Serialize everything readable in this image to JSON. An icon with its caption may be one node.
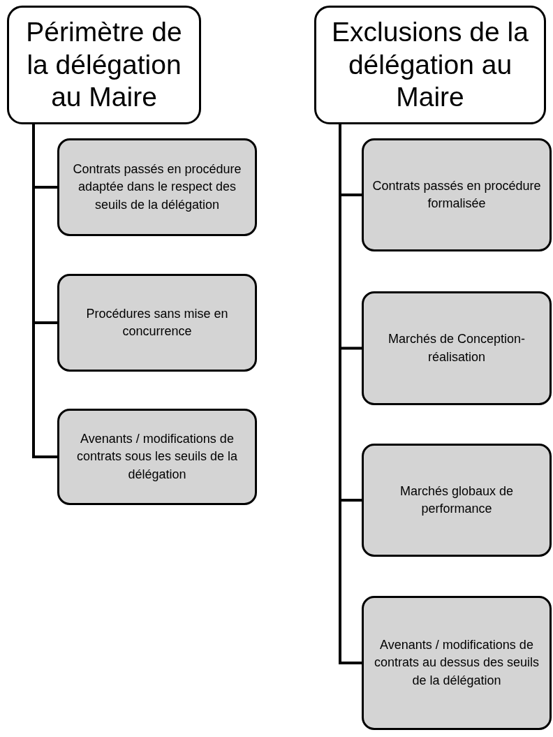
{
  "diagram": {
    "nodes": [
      {
        "text": [
          "Périmètre de la délégation au Maire"
        ]
      },
      {
        "text": [
          "Contrats passés en procédure adaptée dans le respect des seuils de la délégation"
        ]
      },
      {
        "text": [
          "Procédures sans mise en concurrence"
        ]
      },
      {
        "text": [
          "Avenants / modifications de contrats sous les seuils de la délégation"
        ]
      },
      {
        "text": [
          "Exclusions de la délégation au Maire"
        ]
      },
      {
        "text": [
          "Contrats passés en procédure formalisée"
        ]
      },
      {
        "text": [
          "Marchés de Conception-réalisation"
        ]
      },
      {
        "text": [
          "Marchés globaux de performance"
        ]
      },
      {
        "text": [
          "Avenants / modifications de contrats au dessus des seuils de la délégation"
        ]
      }
    ],
    "edges": [
      {
        "from": 0,
        "to": 1,
        "arrow": "none"
      },
      {
        "from": 0,
        "to": 2,
        "arrow": "none"
      },
      {
        "from": 0,
        "to": 3,
        "arrow": "none"
      },
      {
        "from": 4,
        "to": 5,
        "arrow": "none"
      },
      {
        "from": 4,
        "to": 6,
        "arrow": "none"
      },
      {
        "from": 4,
        "to": 7,
        "arrow": "none"
      },
      {
        "from": 4,
        "to": 8,
        "arrow": "none"
      }
    ]
  }
}
